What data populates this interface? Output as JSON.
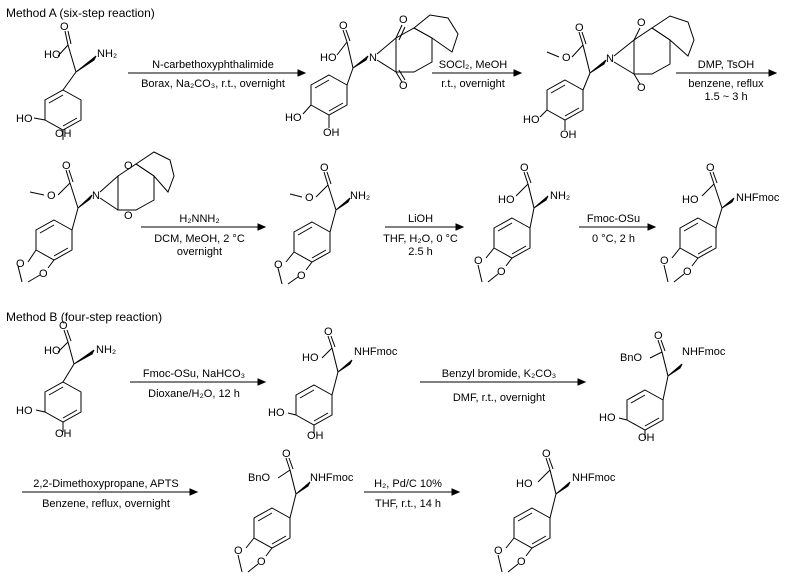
{
  "method_a": {
    "title": "Method A (six-step reaction)",
    "steps": [
      {
        "above": "N-carbethoxyphthalimide",
        "below": "Borax, Na₂CO₃, r.t., overnight"
      },
      {
        "above": "SOCl₂, MeOH",
        "below": "r.t., overnight"
      },
      {
        "above": "DMP, TsOH",
        "below": "benzene, reflux",
        "below2": "1.5 ~ 3 h"
      },
      {
        "above": "H₂NNH₂",
        "below": "DCM, MeOH, 2 °C",
        "below2": "overnight"
      },
      {
        "above": "LiOH",
        "below": "THF, H₂O, 0 °C",
        "below2": "2.5 h"
      },
      {
        "above": "Fmoc-OSu",
        "below": "0 °C, 2 h"
      }
    ]
  },
  "method_b": {
    "title": "Method B (four-step reaction)",
    "steps": [
      {
        "above": "Fmoc-OSu, NaHCO₃",
        "below": "Dioxane/H₂O, 12 h"
      },
      {
        "above": "Benzyl bromide, K₂CO₃",
        "below": "DMF, r.t., overnight"
      },
      {
        "above": "2,2-Dimethoxypropane, APTS",
        "below": "Benzene, reflux, overnight"
      },
      {
        "above": "H₂, Pd/C 10%",
        "below": "THF, r.t., 14 h"
      }
    ]
  },
  "atoms": {
    "oh": "HO",
    "oh_r": "OH",
    "nh2": "NH₂",
    "nhfmoc": "NHFmoc",
    "o": "O",
    "n": "N",
    "bno": "BnO"
  }
}
